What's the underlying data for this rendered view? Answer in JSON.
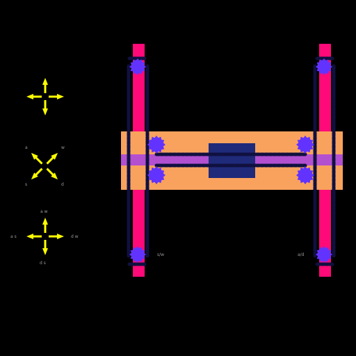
{
  "colors": {
    "background": "#000000",
    "rail": "#ff0a78",
    "carriage": "#f9a25e",
    "slider": "#b350d0",
    "block": "#1f2a7a",
    "gear": "#6233ff",
    "belt": "#101040",
    "arrow": "#ffff00"
  },
  "icons": {
    "row1": "four-way-arrows-icon",
    "row2": "diagonal-arrows-icon",
    "row3": "four-way-arrows-icon"
  },
  "labels": {
    "row2_a": "a",
    "row2_w": "w",
    "row2_s": "s",
    "row2_d": "d",
    "row3_top": "a w",
    "row3_left": "a s",
    "row3_right": "d w",
    "row3_bottom": "d s",
    "gear_left_bottom": "s/w",
    "gear_right_bottom": "a/d"
  }
}
